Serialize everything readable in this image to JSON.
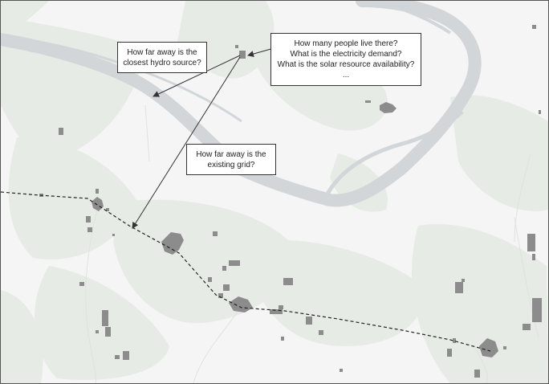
{
  "colors": {
    "land": "#f4f5f4",
    "vegetation": "#e6ebe5",
    "river": "#d3d6d8",
    "settlement": "#8c8c8c",
    "border": "#555555",
    "arrow": "#333333",
    "grid_line": "#222222"
  },
  "callouts": {
    "hydro": {
      "lines": [
        "How far away is the",
        "closest hydro source?"
      ]
    },
    "demand": {
      "lines": [
        "How many people live there?",
        "What is the electricity demand?",
        "What is the solar resource availability?",
        "..."
      ]
    },
    "grid": {
      "lines": [
        "How far away is the",
        "existing grid?"
      ]
    }
  }
}
